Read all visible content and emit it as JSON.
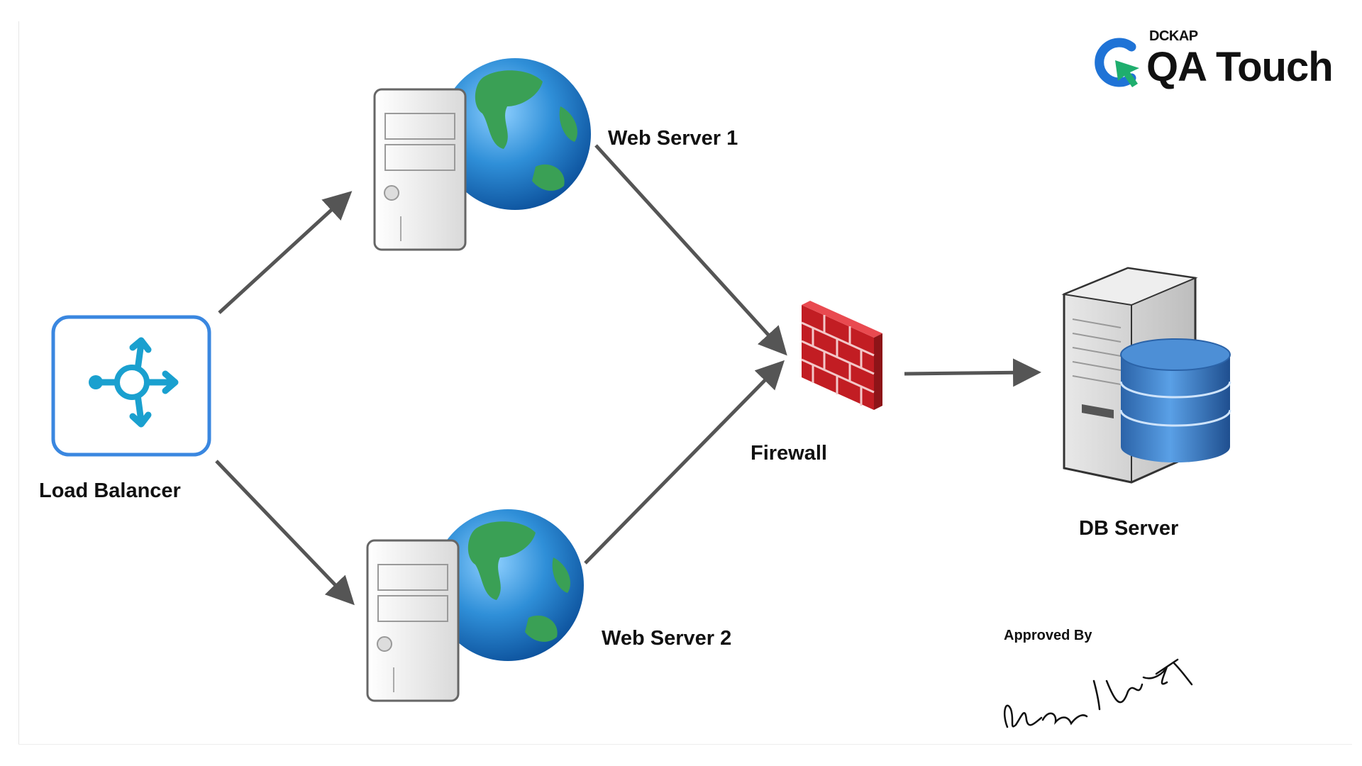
{
  "nodes": {
    "load_balancer": {
      "label": "Load Balancer"
    },
    "web_server_1": {
      "label": "Web Server 1"
    },
    "web_server_2": {
      "label": "Web Server 2"
    },
    "firewall": {
      "label": "Firewall"
    },
    "db_server": {
      "label": "DB Server"
    }
  },
  "edges": [
    {
      "from": "Load Balancer",
      "to": "Web Server 1"
    },
    {
      "from": "Load Balancer",
      "to": "Web Server 2"
    },
    {
      "from": "Web Server 1",
      "to": "Firewall"
    },
    {
      "from": "Web Server 2",
      "to": "Firewall"
    },
    {
      "from": "Firewall",
      "to": "DB Server"
    }
  ],
  "approval": {
    "label": "Approved By"
  },
  "logo": {
    "company": "DCKAP",
    "product": "QA Touch"
  },
  "colors": {
    "arrow": "#555555",
    "load_balancer_border": "#3a87e0",
    "load_balancer_icon": "#1aa0cf",
    "firewall_brick": "#d8262c",
    "globe_ocean": "#2f8fd8",
    "globe_land": "#3aa055",
    "db_cylinder": "#2f74c0",
    "logo_green": "#1fae6e",
    "logo_blue": "#1f73d6"
  },
  "icons": {
    "load_balancer": "load-balancer-icon",
    "web_server": "server-globe-icon",
    "firewall": "brick-firewall-icon",
    "db_server": "server-database-icon",
    "logo": "qa-touch-logo-icon"
  }
}
